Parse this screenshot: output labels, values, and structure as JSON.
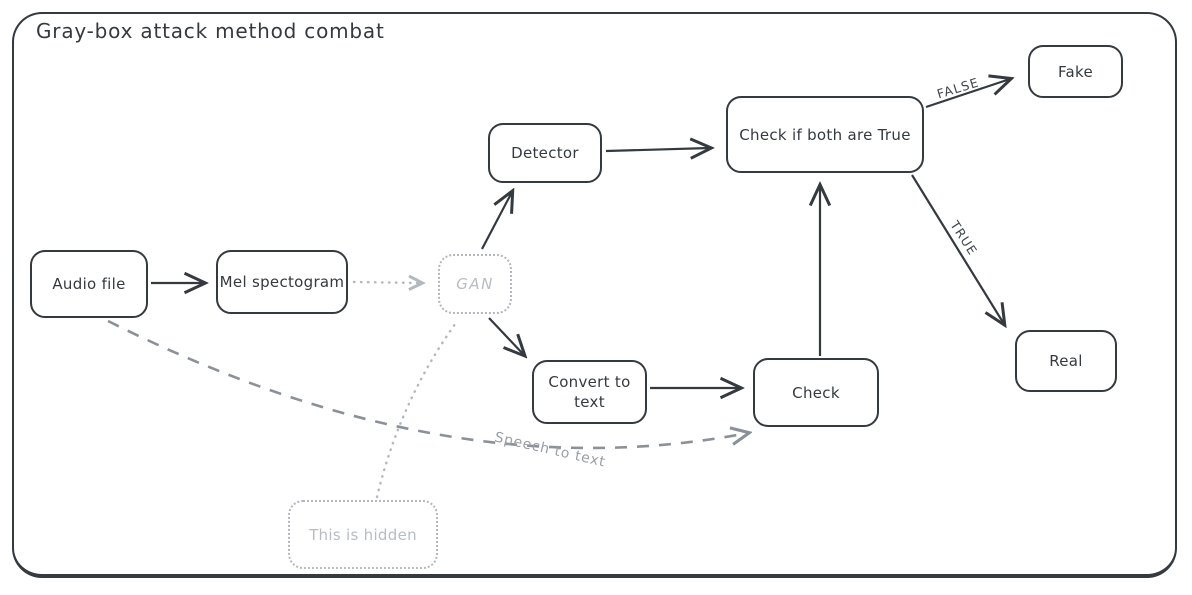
{
  "title": "Gray-box attack method combat",
  "colors": {
    "stroke_dark": "#343a40",
    "stroke_light_gray": "#b3b8be",
    "stroke_mid_gray": "#8a9199",
    "label_gray": "#9aa0a6",
    "background": "#ffffff"
  },
  "nodes": {
    "audio": {
      "label": "Audio file"
    },
    "mel": {
      "label": "Mel spectogram"
    },
    "gan": {
      "label": "GAN"
    },
    "detector": {
      "label": "Detector"
    },
    "convert": {
      "label": "Convert to text"
    },
    "check": {
      "label": "Check"
    },
    "check_both": {
      "label": "Check if both are True"
    },
    "fake": {
      "label": "Fake"
    },
    "real": {
      "label": "Real"
    },
    "hidden": {
      "label": "This is hidden"
    }
  },
  "edges": [
    {
      "from": "audio",
      "to": "mel",
      "style": "solid",
      "label": ""
    },
    {
      "from": "mel",
      "to": "gan",
      "style": "dotted",
      "label": ""
    },
    {
      "from": "gan",
      "to": "detector",
      "style": "solid",
      "label": ""
    },
    {
      "from": "gan",
      "to": "convert",
      "style": "solid",
      "label": ""
    },
    {
      "from": "detector",
      "to": "check_both",
      "style": "solid",
      "label": ""
    },
    {
      "from": "convert",
      "to": "check",
      "style": "solid",
      "label": ""
    },
    {
      "from": "check",
      "to": "check_both",
      "style": "solid",
      "label": ""
    },
    {
      "from": "check_both",
      "to": "fake",
      "style": "solid",
      "label": "FALSE"
    },
    {
      "from": "check_both",
      "to": "real",
      "style": "solid",
      "label": "TRUE"
    },
    {
      "from": "audio",
      "to": "check",
      "style": "dashed",
      "label": "Speech to text"
    },
    {
      "from": "hidden",
      "to": "gan",
      "style": "dotted",
      "label": ""
    }
  ]
}
